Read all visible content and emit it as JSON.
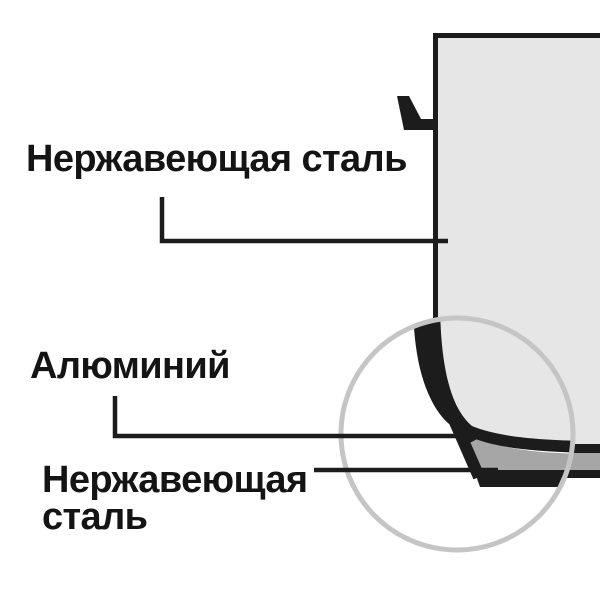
{
  "figure": {
    "type": "cookware-bottom-cross-section-diagram",
    "labels": {
      "body_material": "Нержавеющая сталь",
      "core_material": "Алюминий",
      "cap_material_line1": "Нержавеющая",
      "cap_material_line2": "сталь"
    },
    "layers": [
      {
        "name": "pot-body",
        "material": "Нержавеющая сталь",
        "color": "#e6e6e6"
      },
      {
        "name": "core-disc",
        "material": "Алюминий",
        "color": "#a6a6a6"
      },
      {
        "name": "bottom-cap",
        "material": "Нержавеющая сталь",
        "color": "#1c1c1c"
      }
    ],
    "colors": {
      "background": "#ffffff",
      "pot_body": "#e6e6e6",
      "aluminum": "#a6a6a6",
      "outline": "#1c1c1c",
      "ring": "#c5c5c5",
      "text": "#141414",
      "white": "#ffffff"
    }
  }
}
